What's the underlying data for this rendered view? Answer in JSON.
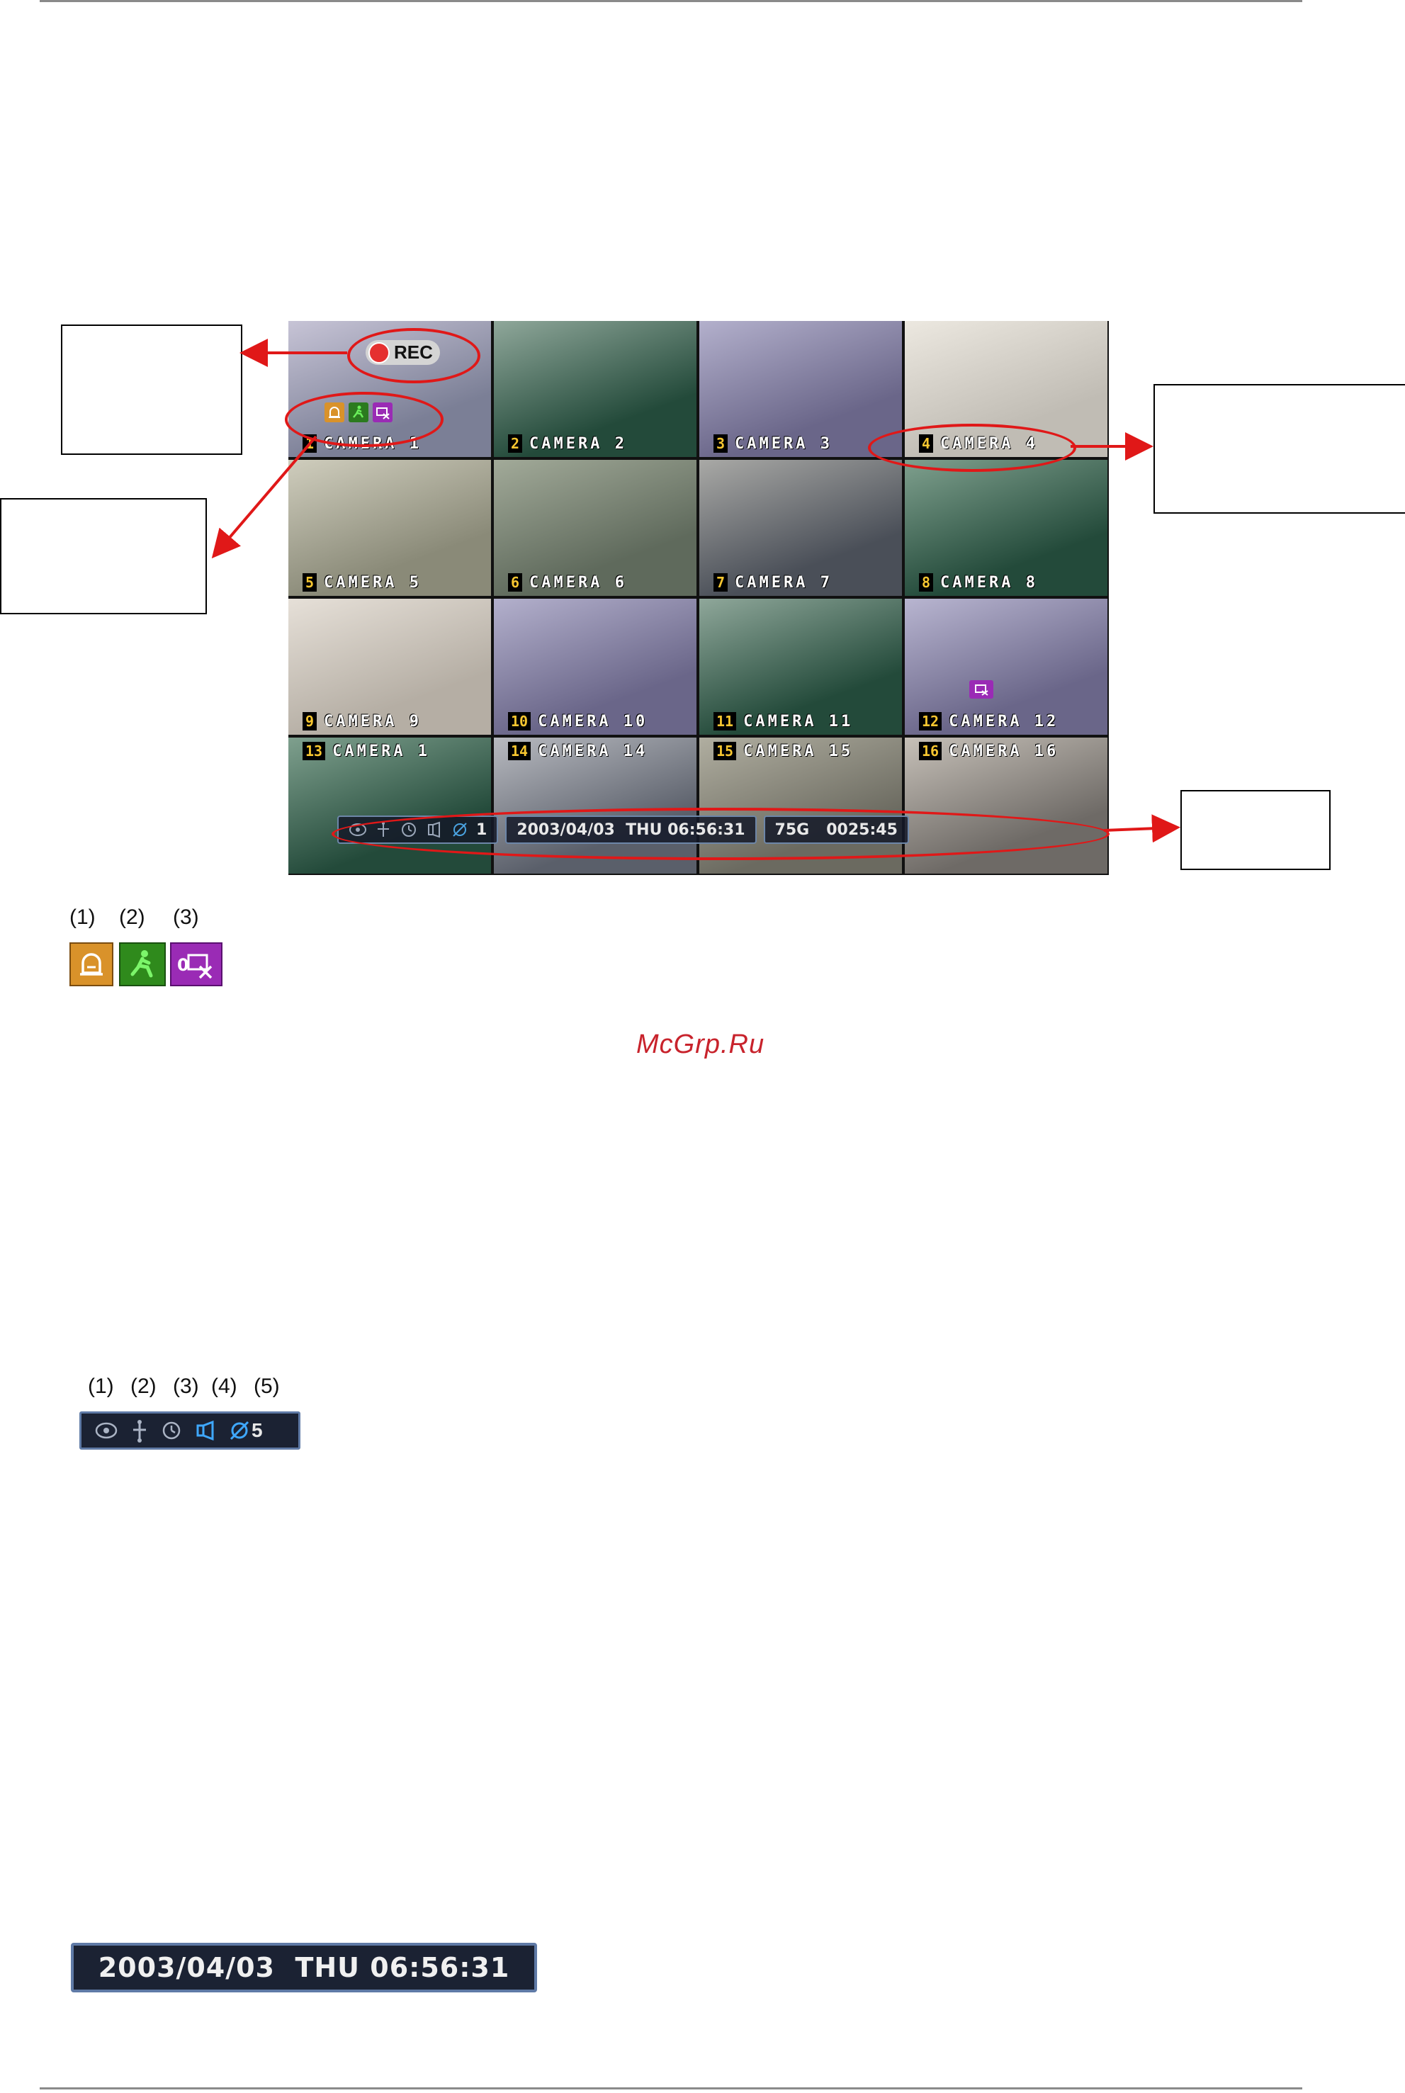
{
  "dvr": {
    "rec_label": "REC",
    "cameras": [
      {
        "num": "1",
        "name": "CAMERA 1"
      },
      {
        "num": "2",
        "name": "CAMERA 2"
      },
      {
        "num": "3",
        "name": "CAMERA 3"
      },
      {
        "num": "4",
        "name": "CAMERA 4"
      },
      {
        "num": "5",
        "name": "CAMERA 5"
      },
      {
        "num": "6",
        "name": "CAMERA 6"
      },
      {
        "num": "7",
        "name": "CAMERA 7"
      },
      {
        "num": "8",
        "name": "CAMERA 8"
      },
      {
        "num": "9",
        "name": "CAMERA 9"
      },
      {
        "num": "10",
        "name": "CAMERA 10"
      },
      {
        "num": "11",
        "name": "CAMERA 11"
      },
      {
        "num": "12",
        "name": "CAMERA 12"
      },
      {
        "num": "13",
        "name": "CAMERA 1"
      },
      {
        "num": "14",
        "name": "CAMERA 14"
      },
      {
        "num": "15",
        "name": "CAMERA 15"
      },
      {
        "num": "16",
        "name": "CAMERA 16"
      }
    ],
    "status_bar": {
      "channel": "1",
      "datetime": "2003/04/03  THU 06:56:31",
      "storage": "75G",
      "remaining": "0025:45"
    }
  },
  "event_icons": {
    "labels": [
      "(1)",
      "(2)",
      "(3)"
    ],
    "icons": [
      "alarm-icon",
      "motion-icon",
      "video-loss-icon"
    ],
    "colors": {
      "alarm": "#d9922a",
      "motion": "#3fbf2b",
      "video_loss": "#9a2bb5"
    }
  },
  "watermark": "McGrp.Ru",
  "status_icons": {
    "labels": [
      "(1)",
      "(2)",
      "(3)",
      "(4)",
      "(5)"
    ],
    "value": "5",
    "icons": [
      "eye-icon",
      "network-icon",
      "clock-icon",
      "audio-icon",
      "disk-icon"
    ]
  },
  "datetime_bar": {
    "text": "2003/04/03  THU 06:56:31"
  },
  "colors": {
    "callout_red": "#e01818",
    "bar_border": "#5f7aa6",
    "camera_number": "#f7c630"
  }
}
